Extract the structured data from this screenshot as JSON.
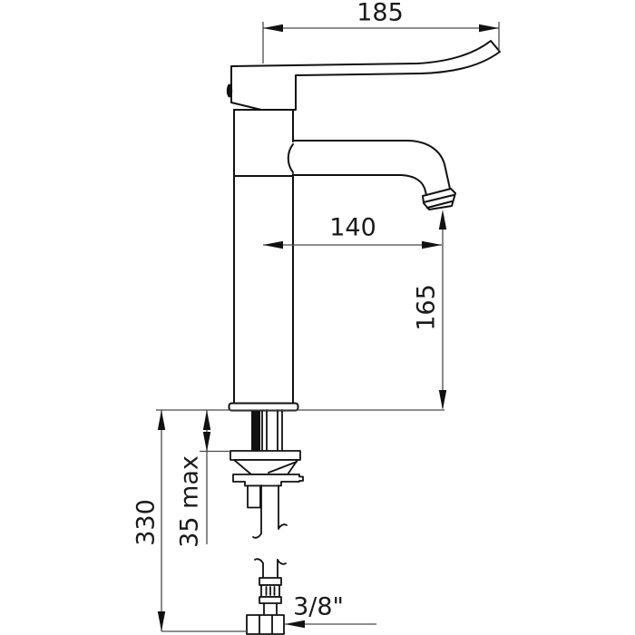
{
  "diagram": {
    "type": "technical-dimension-drawing",
    "subject": "single-lever basin mixer tap, side elevation",
    "dimensions": {
      "lever_width": "185",
      "spout_reach": "140",
      "spout_height": "165",
      "total_height": "330",
      "deck_max": "35 max",
      "hose_thread": "3/8\""
    },
    "colors": {
      "background": "#ffffff",
      "object_line": "#111111",
      "dimension_line": "#4a4a4a",
      "text": "#1a1a1a"
    }
  }
}
